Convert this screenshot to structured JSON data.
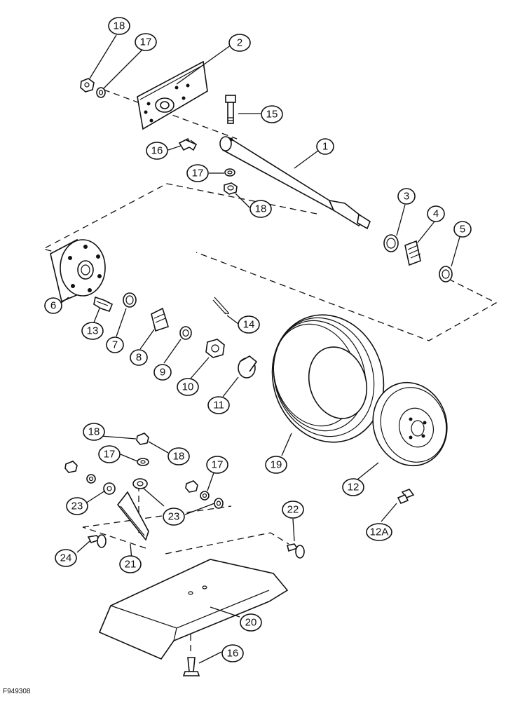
{
  "figure_id": "F949308",
  "callouts": [
    {
      "id": "c18a",
      "label": "18"
    },
    {
      "id": "c17a",
      "label": "17"
    },
    {
      "id": "c2",
      "label": "2"
    },
    {
      "id": "c15",
      "label": "15"
    },
    {
      "id": "c16a",
      "label": "16"
    },
    {
      "id": "c1",
      "label": "1"
    },
    {
      "id": "c17b",
      "label": "17"
    },
    {
      "id": "c18b",
      "label": "18"
    },
    {
      "id": "c3",
      "label": "3"
    },
    {
      "id": "c4",
      "label": "4"
    },
    {
      "id": "c5",
      "label": "5"
    },
    {
      "id": "c6",
      "label": "6"
    },
    {
      "id": "c13",
      "label": "13"
    },
    {
      "id": "c7",
      "label": "7"
    },
    {
      "id": "c8",
      "label": "8"
    },
    {
      "id": "c9",
      "label": "9"
    },
    {
      "id": "c14",
      "label": "14"
    },
    {
      "id": "c10",
      "label": "10"
    },
    {
      "id": "c11",
      "label": "11"
    },
    {
      "id": "c19",
      "label": "19"
    },
    {
      "id": "c12",
      "label": "12"
    },
    {
      "id": "c12A",
      "label": "12A"
    },
    {
      "id": "c18c",
      "label": "18"
    },
    {
      "id": "c17c",
      "label": "17"
    },
    {
      "id": "c18d",
      "label": "18"
    },
    {
      "id": "c17d",
      "label": "17"
    },
    {
      "id": "c23a",
      "label": "23"
    },
    {
      "id": "c23b",
      "label": "23"
    },
    {
      "id": "c22",
      "label": "22"
    },
    {
      "id": "c24",
      "label": "24"
    },
    {
      "id": "c21",
      "label": "21"
    },
    {
      "id": "c20",
      "label": "20"
    },
    {
      "id": "c16b",
      "label": "16"
    }
  ]
}
